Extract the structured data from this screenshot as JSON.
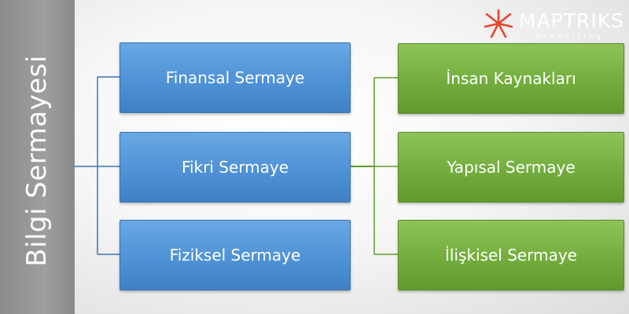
{
  "sidebar": {
    "title": "Bilgi Sermayesi"
  },
  "blue_boxes": [
    {
      "label": "Finansal Sermaye"
    },
    {
      "label": "Fikri Sermaye"
    },
    {
      "label": "Fiziksel Sermaye"
    }
  ],
  "green_boxes": [
    {
      "label": "İnsan Kaynakları"
    },
    {
      "label": "Yapısal Sermaye"
    },
    {
      "label": "İlişkisel Sermaye"
    }
  ],
  "logo": {
    "name": "MAPTRIKS",
    "sub": "consulting"
  },
  "colors": {
    "blue": "#4f92d6",
    "green": "#73ad3d",
    "sidebar": "#9e9e9e",
    "logo_accent": "#e8452c"
  }
}
